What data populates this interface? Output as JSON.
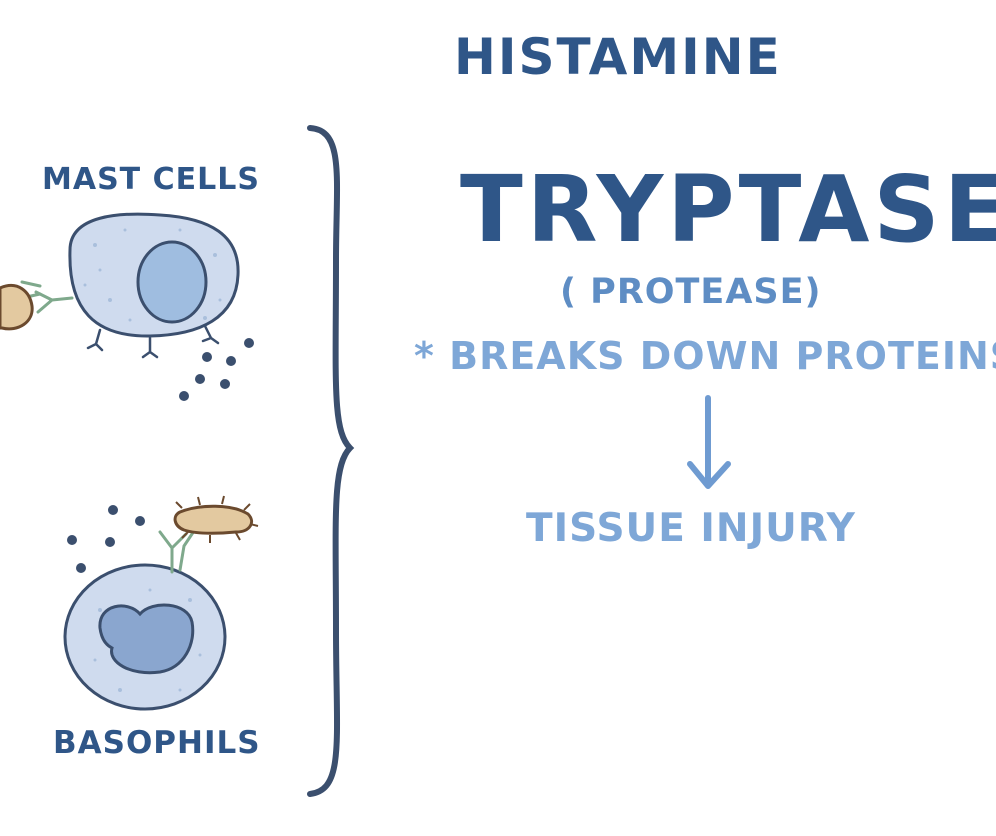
{
  "labels": {
    "histamine": "HISTAMINE",
    "tryptase": "TRYPTASE",
    "protease": "( PROTEASE)",
    "breaks_down": "* BREAKS DOWN PROTEINS",
    "tissue_injury": "TISSUE INJURY",
    "mast_cells": "MAST CELLS",
    "basophils": "BASOPHILS"
  },
  "icons": {
    "mast_cell": "mast-cell-icon",
    "basophil": "basophil-icon",
    "bacterium": "bacterium-icon",
    "antibody": "antibody-icon",
    "granule": "granule-dot-icon",
    "brace": "curly-brace",
    "arrow": "arrow-down-icon"
  },
  "colors": {
    "dark_blue": "#2f5688",
    "mid_blue": "#5e8dc4",
    "light_blue": "#7ea7d7",
    "cell_fill": "#cfdbee",
    "nucleus_fill": "#9fbde0",
    "bacterium_fill": "#e3c9a0",
    "antibody_green": "#7fa98c"
  }
}
